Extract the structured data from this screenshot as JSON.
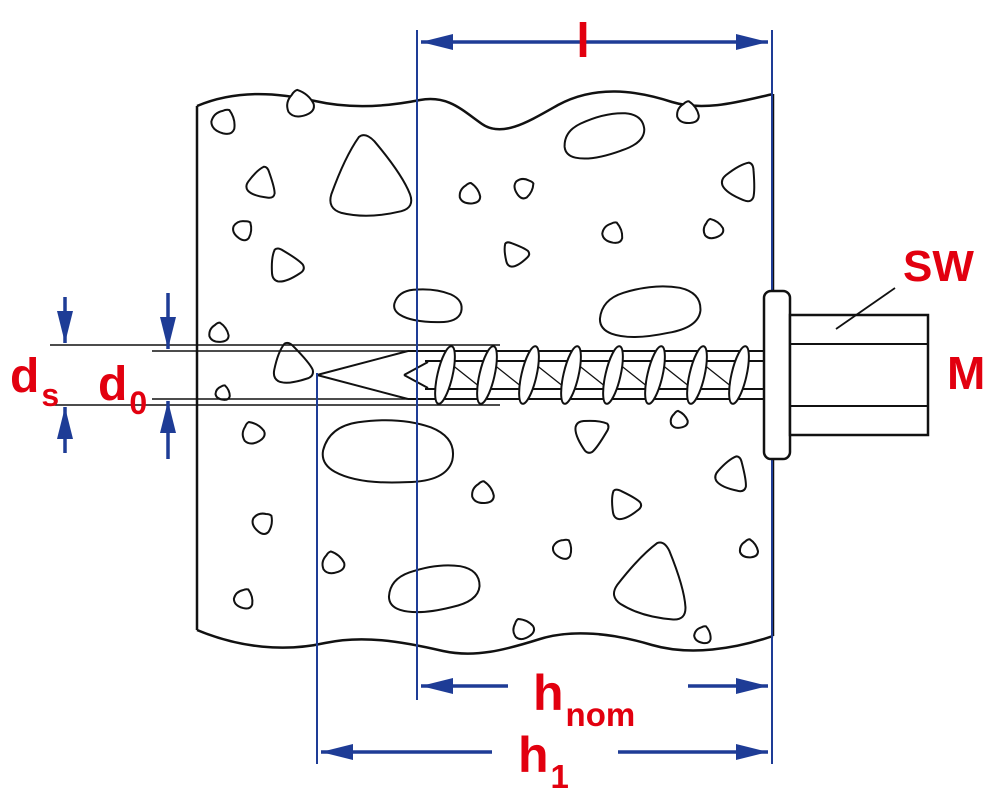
{
  "diagram": {
    "labels": {
      "l": "l",
      "sw": "SW",
      "m": "M",
      "h_nom": {
        "base": "h",
        "sub": "nom"
      },
      "h_1": {
        "base": "h",
        "sub": "1"
      },
      "d_s": {
        "base": "d",
        "sub": "s"
      },
      "d_0": {
        "base": "d",
        "sub": "0"
      }
    },
    "colors": {
      "label_red": "#e2000f",
      "dimension_blue": "#1e3c96",
      "drawing_black": "#111111",
      "background": "#ffffff"
    }
  }
}
